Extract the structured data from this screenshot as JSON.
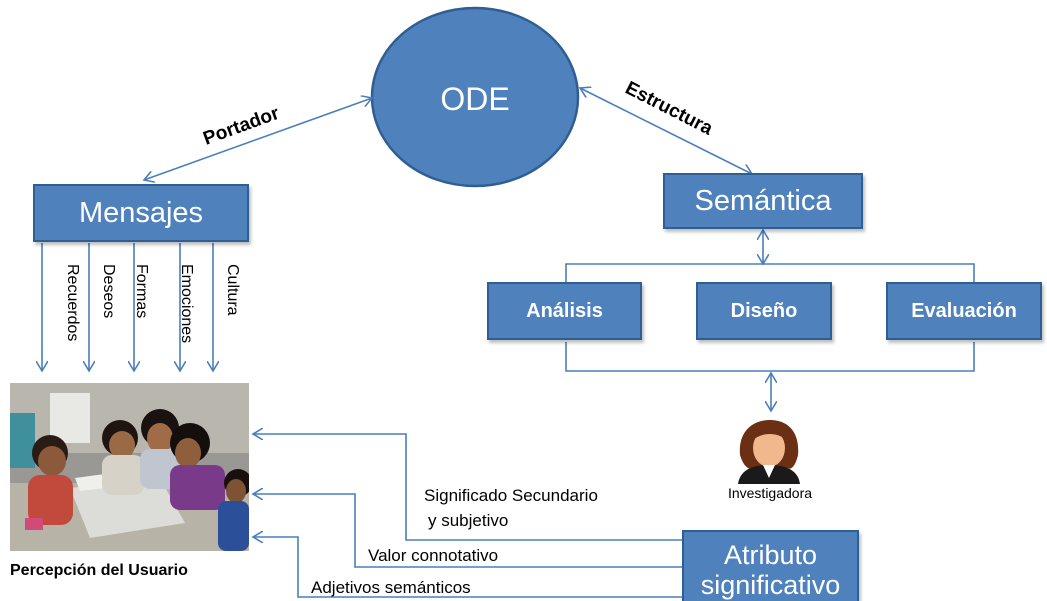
{
  "diagram": {
    "ode": "ODE",
    "portador": "Portador",
    "estructura": "Estructura",
    "mensajes": "Mensajes",
    "semantica": "Semántica",
    "analisis": "Análisis",
    "diseno": "Diseño",
    "evaluacion": "Evaluación",
    "investigadora": "Investigadora",
    "message_types": [
      "Recuerdos",
      "Deseos",
      "Formas",
      "Emociones",
      "Cultura"
    ],
    "percepcion": "Percepción del Usuario",
    "significado_line1": "Significado Secundario",
    "significado_line2": "y subjetivo",
    "valor": "Valor connotativo",
    "adjetivos": "Adjetivos semánticos",
    "atributo_line1": "Atributo",
    "atributo_line2": "significativo"
  },
  "colors": {
    "box_fill": "#4f81bd",
    "box_border": "#2f5e92",
    "arrow": "#4a7ebb",
    "text_on_box": "#ffffff"
  }
}
